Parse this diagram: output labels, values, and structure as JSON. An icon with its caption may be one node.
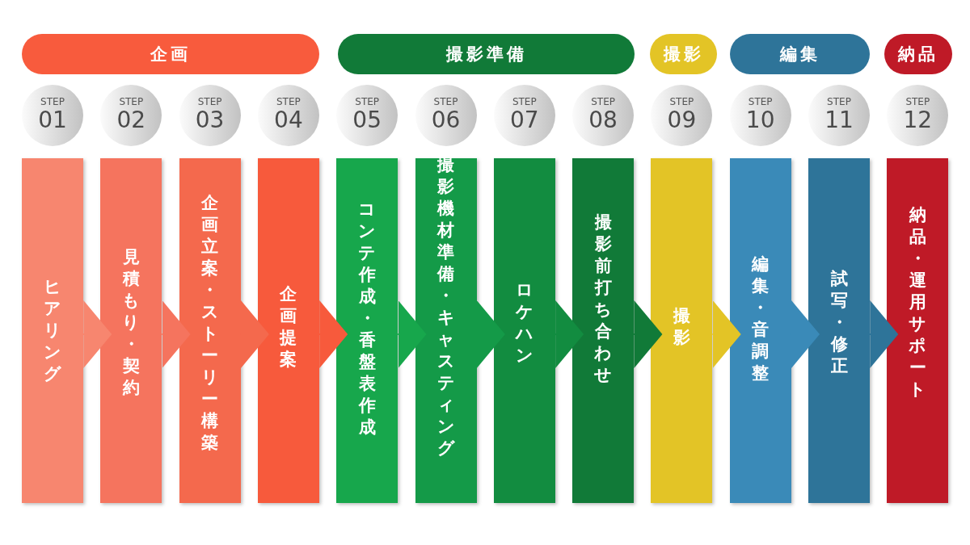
{
  "diagram": {
    "nodes": [
      {
        "text": [
          "企画"
        ]
      },
      {
        "text": [
          "撮影準備"
        ]
      },
      {
        "text": [
          "撮影"
        ]
      },
      {
        "text": [
          "編集"
        ]
      },
      {
        "text": [
          "納品"
        ]
      },
      {
        "text": [
          "STEP",
          "01"
        ]
      },
      {
        "text": [
          "STEP",
          "02"
        ]
      },
      {
        "text": [
          "STEP",
          "03"
        ]
      },
      {
        "text": [
          "STEP",
          "04"
        ]
      },
      {
        "text": [
          "STEP",
          "05"
        ]
      },
      {
        "text": [
          "STEP",
          "06"
        ]
      },
      {
        "text": [
          "STEP",
          "07"
        ]
      },
      {
        "text": [
          "STEP",
          "08"
        ]
      },
      {
        "text": [
          "STEP",
          "09"
        ]
      },
      {
        "text": [
          "STEP",
          "10"
        ]
      },
      {
        "text": [
          "STEP",
          "11"
        ]
      },
      {
        "text": [
          "STEP",
          "12"
        ]
      },
      {
        "text": [
          "ヒアリング"
        ]
      },
      {
        "text": [
          "見積もり・契約"
        ]
      },
      {
        "text": [
          "企画立案・ストーリー構築"
        ]
      },
      {
        "text": [
          "企画提案"
        ]
      },
      {
        "text": [
          "コンテ作成・香盤表作成"
        ]
      },
      {
        "text": [
          "撮影機材準備・キャスティング"
        ]
      },
      {
        "text": [
          "ロケハン"
        ]
      },
      {
        "text": [
          "撮影前打ち合わせ"
        ]
      },
      {
        "text": [
          "撮影"
        ]
      },
      {
        "text": [
          "編集・音調整"
        ]
      },
      {
        "text": [
          "試写・修正"
        ]
      },
      {
        "text": [
          "納品・運用サポート"
        ]
      }
    ],
    "edges": [
      {
        "from": 17,
        "to": 18,
        "arrow": "to",
        "color": "#f7866f"
      },
      {
        "from": 18,
        "to": 19,
        "arrow": "to",
        "color": "#f5745e"
      },
      {
        "from": 19,
        "to": 20,
        "arrow": "to",
        "color": "#f4694d"
      },
      {
        "from": 20,
        "to": 21,
        "arrow": "to",
        "color": "#f75a3c"
      },
      {
        "from": 21,
        "to": 22,
        "arrow": "to",
        "color": "#17a74c"
      },
      {
        "from": 22,
        "to": 23,
        "arrow": "to",
        "color": "#149a48"
      },
      {
        "from": 23,
        "to": 24,
        "arrow": "to",
        "color": "#128c40"
      },
      {
        "from": 24,
        "to": 25,
        "arrow": "to",
        "color": "#117a38"
      },
      {
        "from": 25,
        "to": 26,
        "arrow": "to",
        "color": "#e3c426"
      },
      {
        "from": 26,
        "to": 27,
        "arrow": "to",
        "color": "#3a8ab8"
      },
      {
        "from": 27,
        "to": 28,
        "arrow": "to",
        "color": "#2e7499"
      }
    ]
  }
}
